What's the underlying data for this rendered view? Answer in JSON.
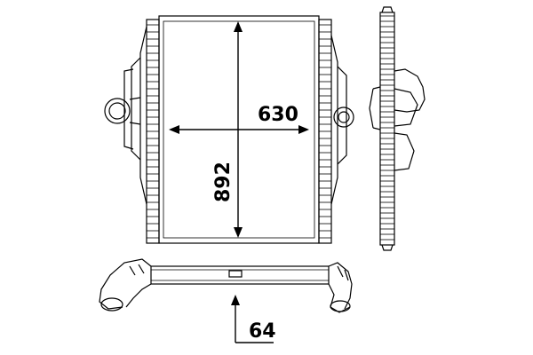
{
  "dimensions": {
    "width": "630",
    "height": "892",
    "depth": "64"
  }
}
